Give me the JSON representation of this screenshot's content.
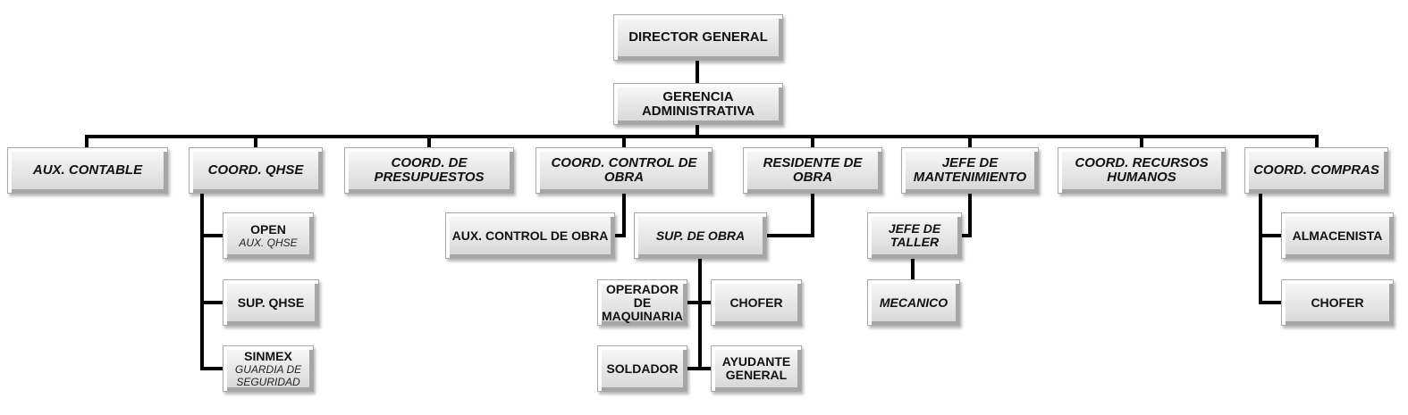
{
  "nodes": {
    "director": {
      "label": "DIRECTOR GENERAL"
    },
    "gerencia": {
      "label": "GERENCIA\nADMINISTRATIVA"
    },
    "aux_contable": {
      "label": "AUX. CONTABLE"
    },
    "coord_qhse": {
      "label": "COORD. QHSE"
    },
    "coord_presupuestos": {
      "label": "COORD. DE\nPRESUPUESTOS"
    },
    "coord_control_obra": {
      "label": "COORD. CONTROL DE\nOBRA"
    },
    "residente_obra": {
      "label": "RESIDENTE DE\nOBRA"
    },
    "jefe_mantenimiento": {
      "label": "JEFE DE\nMANTENIMIENTO"
    },
    "coord_rrhh": {
      "label": "COORD. RECURSOS\nHUMANOS"
    },
    "coord_compras": {
      "label": "COORD. COMPRAS"
    },
    "open": {
      "label": "OPEN",
      "sub": "AUX. QHSE"
    },
    "sup_qhse": {
      "label": "SUP. QHSE"
    },
    "sinmex": {
      "label": "SINMEX",
      "sub": "GUARDIA DE\nSEGURIDAD"
    },
    "aux_control_obra": {
      "label": "AUX.  CONTROL DE OBRA"
    },
    "sup_obra": {
      "label": "SUP. DE OBRA"
    },
    "operador": {
      "label": "OPERADOR\nDE\nMAQUINARIA"
    },
    "chofer_obra": {
      "label": "CHOFER"
    },
    "soldador": {
      "label": "SOLDADOR"
    },
    "ayudante": {
      "label": "AYUDANTE\nGENERAL"
    },
    "jefe_taller": {
      "label": "JEFE DE\nTALLER"
    },
    "mecanico": {
      "label": "MECANICO"
    },
    "almacenista": {
      "label": "ALMACENISTA"
    },
    "chofer_compras": {
      "label": "CHOFER"
    }
  }
}
